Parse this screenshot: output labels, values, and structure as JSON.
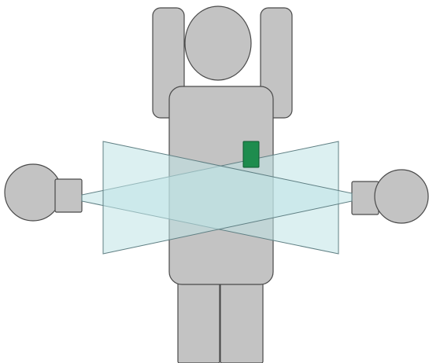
{
  "diagram": {
    "colors": {
      "background": "#ffffff",
      "body_fill": "#c3c3c3",
      "outline": "#4a4a4a",
      "beam_fill": "#bfe3e6",
      "beam_opacity": 0.55,
      "beam_stroke": "#5f7f83",
      "marker_fill": "#1e8c4e",
      "marker_stroke": "#0f5a30"
    },
    "elements": {
      "person": "standing-person-arms-raised",
      "left_source": "x-ray-tube-left",
      "right_source": "x-ray-tube-right",
      "beams": "crossing-fan-beams",
      "marker": "chest-marker"
    }
  }
}
